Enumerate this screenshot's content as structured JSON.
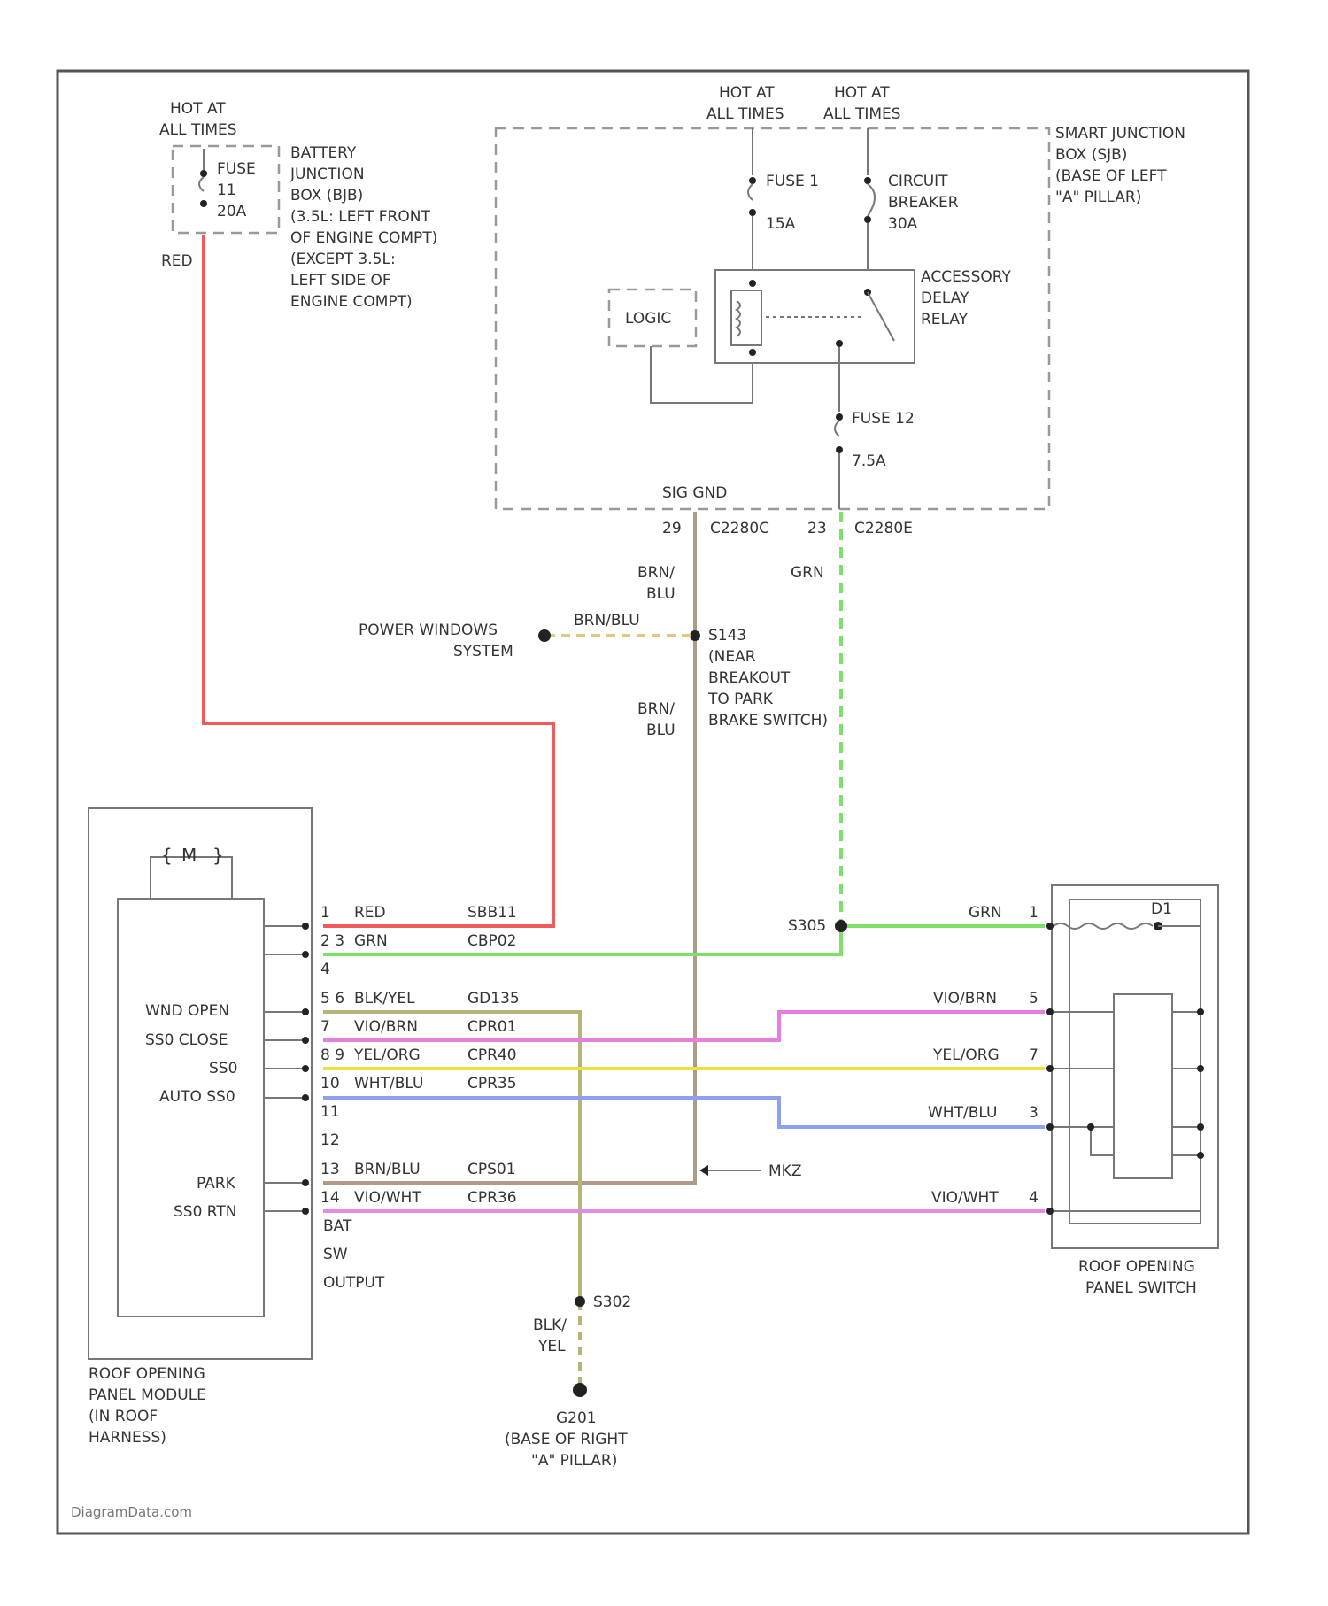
{
  "colors": {
    "RED": "#f25a5a",
    "GRN": "#7ce06a",
    "VIO_BRN": "#e77de0",
    "YEL_ORG": "#f0e040",
    "WHT_BLU": "#8fa0f0",
    "BRN_BLU": "#b09a88",
    "BLK_YEL": "#b8b478",
    "VIO_WHT": "#e48ae6",
    "BRN_BLU_DASH": "#e0c880"
  },
  "battery_jb": {
    "hot": [
      "HOT AT",
      "ALL TIMES"
    ],
    "fuse_label": "FUSE",
    "fuse_num": "11",
    "fuse_amp": "20A",
    "wire_color": "RED",
    "name": [
      "BATTERY",
      "JUNCTION",
      "BOX (BJB)",
      "(3.5L: LEFT FRONT",
      "OF ENGINE COMPT)",
      "(EXCEPT 3.5L:",
      "LEFT SIDE OF",
      "ENGINE COMPT)"
    ]
  },
  "smart_jb": {
    "hot_left": [
      "HOT AT",
      "ALL TIMES"
    ],
    "hot_right": [
      "HOT AT",
      "ALL TIMES"
    ],
    "name": [
      "SMART JUNCTION",
      "BOX (SJB)",
      "(BASE OF LEFT",
      "\"A\" PILLAR)"
    ],
    "fuse1_label": "FUSE 1",
    "fuse1_amp": "15A",
    "breaker": [
      "CIRCUIT",
      "BREAKER",
      "30A"
    ],
    "relay": [
      "ACCESSORY",
      "DELAY",
      "RELAY"
    ],
    "logic": "LOGIC",
    "fuse12_label": "FUSE 12",
    "fuse12_amp": "7.5A",
    "sig_gnd": "SIG GND",
    "pin_left": "29",
    "conn_left": "C2280C",
    "pin_right": "23",
    "conn_right": "C2280E"
  },
  "wires": {
    "brn_blu_top": [
      "BRN/",
      "BLU"
    ],
    "brn_blu_mid": [
      "BRN/",
      "BLU"
    ],
    "grn": "GRN",
    "brn_blu_branch": "BRN/BLU",
    "blk_yel": [
      "BLK/",
      "YEL"
    ]
  },
  "power_windows": [
    "POWER WINDOWS",
    "SYSTEM"
  ],
  "splice": {
    "s143": [
      "S143",
      "(NEAR",
      "BREAKOUT",
      "TO PARK",
      "BRAKE SWITCH)"
    ],
    "s305": "S305",
    "s302": "S302",
    "mkz": "MKZ"
  },
  "module": {
    "motor": "M",
    "labels": [
      "WND OPEN",
      "SS0 CLOSE",
      "SS0",
      "AUTO SS0",
      "PARK",
      "SS0 RTN"
    ],
    "pins": [
      "1",
      "2 3",
      "4",
      "5 6",
      "7",
      "8 9",
      "10",
      "11",
      "12",
      "13",
      "14"
    ],
    "extra_labels": [
      "BAT",
      "SW",
      "OUTPUT"
    ],
    "name": [
      "ROOF OPENING",
      "PANEL MODULE",
      "(IN ROOF",
      "HARNESS)"
    ]
  },
  "module_rows": [
    {
      "color": "RED",
      "circuit": "SBB11"
    },
    {
      "color": "GRN",
      "circuit": "CBP02"
    },
    {
      "color": "BLK/YEL",
      "circuit": "GD135"
    },
    {
      "color": "VIO/BRN",
      "circuit": "CPR01"
    },
    {
      "color": "YEL/ORG",
      "circuit": "CPR40"
    },
    {
      "color": "WHT/BLU",
      "circuit": "CPR35"
    },
    {
      "color": "BRN/BLU",
      "circuit": "CPS01"
    },
    {
      "color": "VIO/WHT",
      "circuit": "CPR36"
    }
  ],
  "switch": {
    "name": [
      "ROOF OPENING",
      "PANEL SWITCH"
    ],
    "pin_top": "D1",
    "wires": [
      {
        "color": "GRN",
        "pin": "1"
      },
      {
        "color": "VIO/BRN",
        "pin": "5"
      },
      {
        "color": "YEL/ORG",
        "pin": "7"
      },
      {
        "color": "WHT/BLU",
        "pin": "3"
      },
      {
        "color": "VIO/WHT",
        "pin": "4"
      }
    ]
  },
  "ground": [
    "G201",
    "(BASE OF RIGHT",
    "\"A\" PILLAR)"
  ],
  "watermark": "DiagramData.com"
}
